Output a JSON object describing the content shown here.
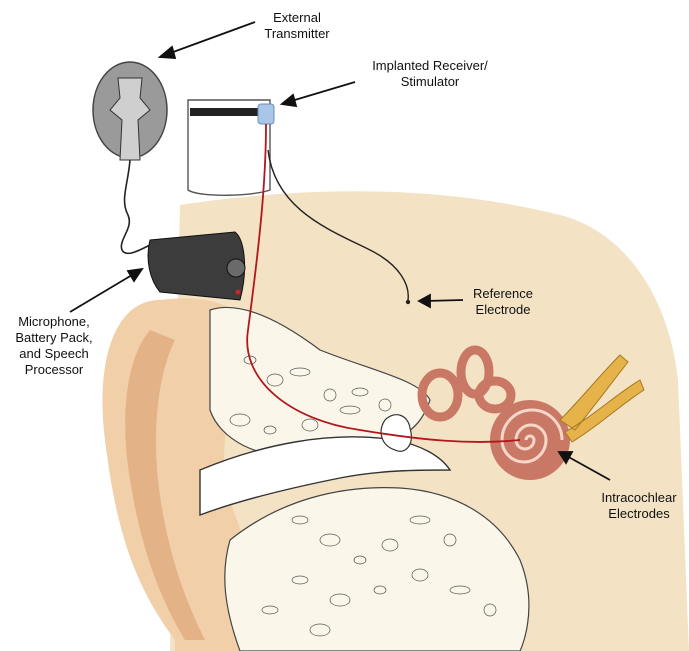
{
  "labels": {
    "external_transmitter": [
      "External",
      "Transmitter"
    ],
    "implanted_receiver": [
      "Implanted Receiver/",
      "Stimulator"
    ],
    "reference_electrode": [
      "Reference",
      "Electrode"
    ],
    "microphone": [
      "Microphone,",
      "Battery Pack,",
      "and Speech",
      "Processor"
    ],
    "intracochlear": [
      "Intracochlear",
      "Electrodes"
    ]
  },
  "colors": {
    "skin": "#f1cfa8",
    "skin_dark": "#d99a6c",
    "tissue": "#f3e3c4",
    "bone": "#fbf6ea",
    "cochlea": "#c97865",
    "lead_wire": "#b3161b",
    "device": "#3c3c3c",
    "nerve": "#e6b34a"
  }
}
